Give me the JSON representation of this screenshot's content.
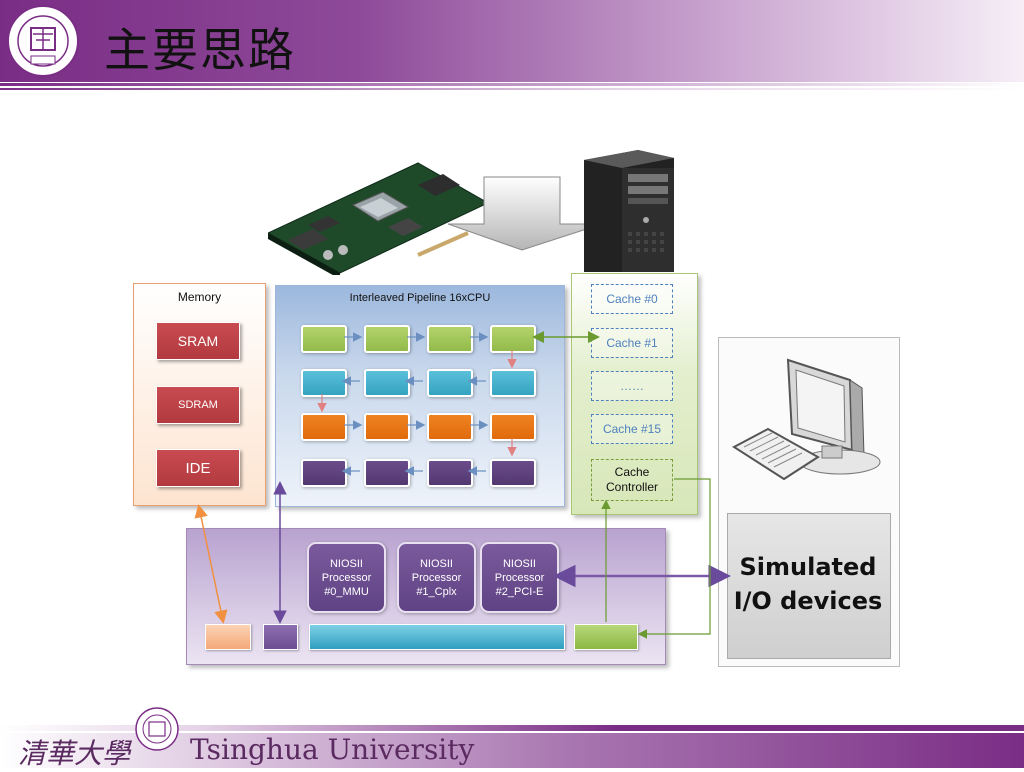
{
  "header": {
    "title": "主要思路"
  },
  "footer": {
    "university": "Tsinghua University",
    "calligraphy": "清華大學"
  },
  "memory": {
    "title": "Memory",
    "items": [
      "SRAM",
      "SDRAM",
      "IDE"
    ]
  },
  "pipeline": {
    "title": "Interleaved Pipeline 16xCPU"
  },
  "cache": {
    "items": [
      "Cache #0",
      "Cache #1",
      "……",
      "Cache #15"
    ],
    "controller": "Cache Controller"
  },
  "processors": [
    {
      "line1": "NIOSII",
      "line2": "Processor",
      "line3": "#0_MMU"
    },
    {
      "line1": "NIOSII",
      "line2": "Processor",
      "line3": "#1_Cplx"
    },
    {
      "line1": "NIOSII",
      "line2": "Processor",
      "line3": "#2_PCI-E"
    }
  ],
  "io": {
    "line1": "Simulated",
    "line2": "I/O devices"
  },
  "colors": {
    "header": "#7a2d85",
    "pipeline_row1": "#92bb4a",
    "pipeline_row2": "#34a3c0",
    "pipeline_row3": "#df6b0c",
    "pipeline_row4": "#52386f",
    "sram": "#b23a3f"
  },
  "icons": [
    "tsinghua-seal-logo",
    "fpga-board-image",
    "server-tower-image",
    "arrow-down-icon",
    "computer-monitor-icon",
    "keyboard-icon"
  ]
}
